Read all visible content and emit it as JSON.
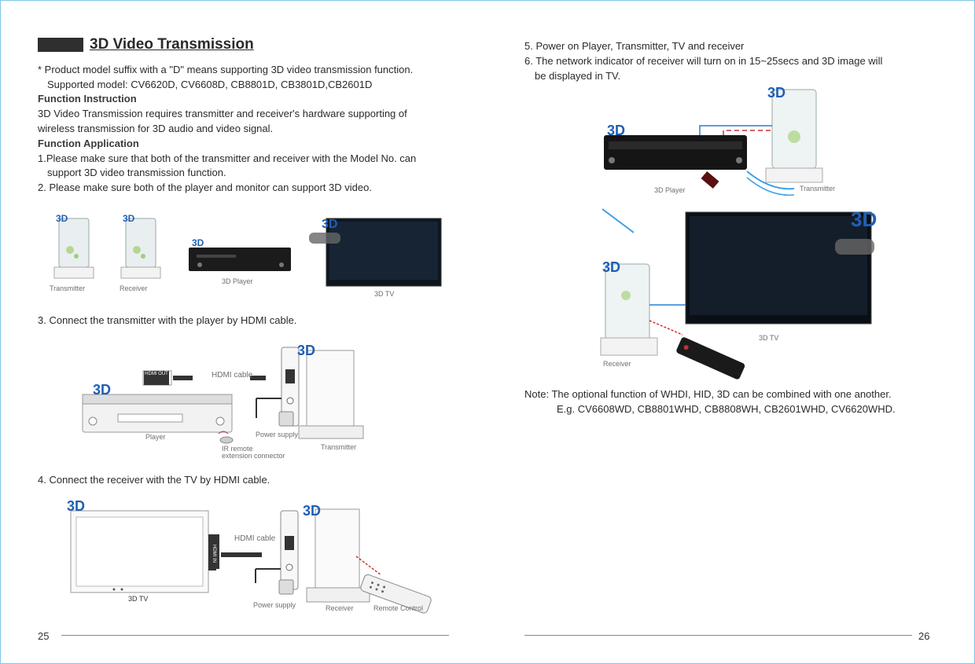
{
  "left_page": {
    "title": "3D Video Transmission",
    "note_line1": "* Product model suffix with a \"D\" means supporting 3D video transmission function.",
    "note_line2": "Supported model: CV6620D, CV6608D, CB8801D, CB3801D,CB2601D",
    "function_instruction_heading": "Function Instruction",
    "function_instruction_line1": "3D Video Transmission requires transmitter and receiver's hardware supporting of",
    "function_instruction_line2": "wireless transmission for 3D audio and video signal.",
    "function_application_heading": "Function Application",
    "step1_line1": "1.Please make sure that both of the transmitter and receiver with the Model No. can",
    "step1_line2": "support 3D video transmission function.",
    "step2": "2. Please make sure both of the player and monitor can support 3D video.",
    "fig1": {
      "transmitter": "Transmitter",
      "receiver": "Receiver",
      "player": "3D Player",
      "tv": "3D TV",
      "badge": "3D"
    },
    "step3": "3. Connect the transmitter with the player by HDMI cable.",
    "fig2": {
      "hdmi_out": "HDMI OUT",
      "hdmi_cable": "HDMI cable",
      "player": "Player",
      "power_supply": "Power supply",
      "ir_line1": "IR remote",
      "ir_line2": "extension connector",
      "transmitter": "Transmitter",
      "badge": "3D"
    },
    "step4": "4. Connect the receiver with the TV by HDMI cable.",
    "fig3": {
      "hdmi_in": "HDMI IN",
      "hdmi_cable": "HDMI cable",
      "tv": "3D TV",
      "power_supply": "Power supply",
      "receiver": "Receiver",
      "remote": "Remote Control",
      "badge": "3D"
    },
    "page_number": "25"
  },
  "right_page": {
    "step5": "5. Power on Player, Transmitter, TV and receiver",
    "step6_line1": "6. The network indicator of receiver will turn on in 15~25secs and 3D image will",
    "step6_line2": "be displayed in TV.",
    "fig4": {
      "player": "3D Player",
      "transmitter": "Transmitter",
      "tv": "3D TV",
      "receiver": "Receiver",
      "badge": "3D"
    },
    "note_line1": "Note: The optional function of WHDI, HID, 3D can be combined with one another.",
    "note_line2": "E.g. CV6608WD, CB8801WHD, CB8808WH, CB2601WHD, CV6620WHD.",
    "page_number": "26"
  },
  "colors": {
    "badge_blue": "#1f5fb5",
    "cable_blue": "#2a7fd4",
    "ir_red": "#d32f2f",
    "frame": "#7fc6e8"
  }
}
